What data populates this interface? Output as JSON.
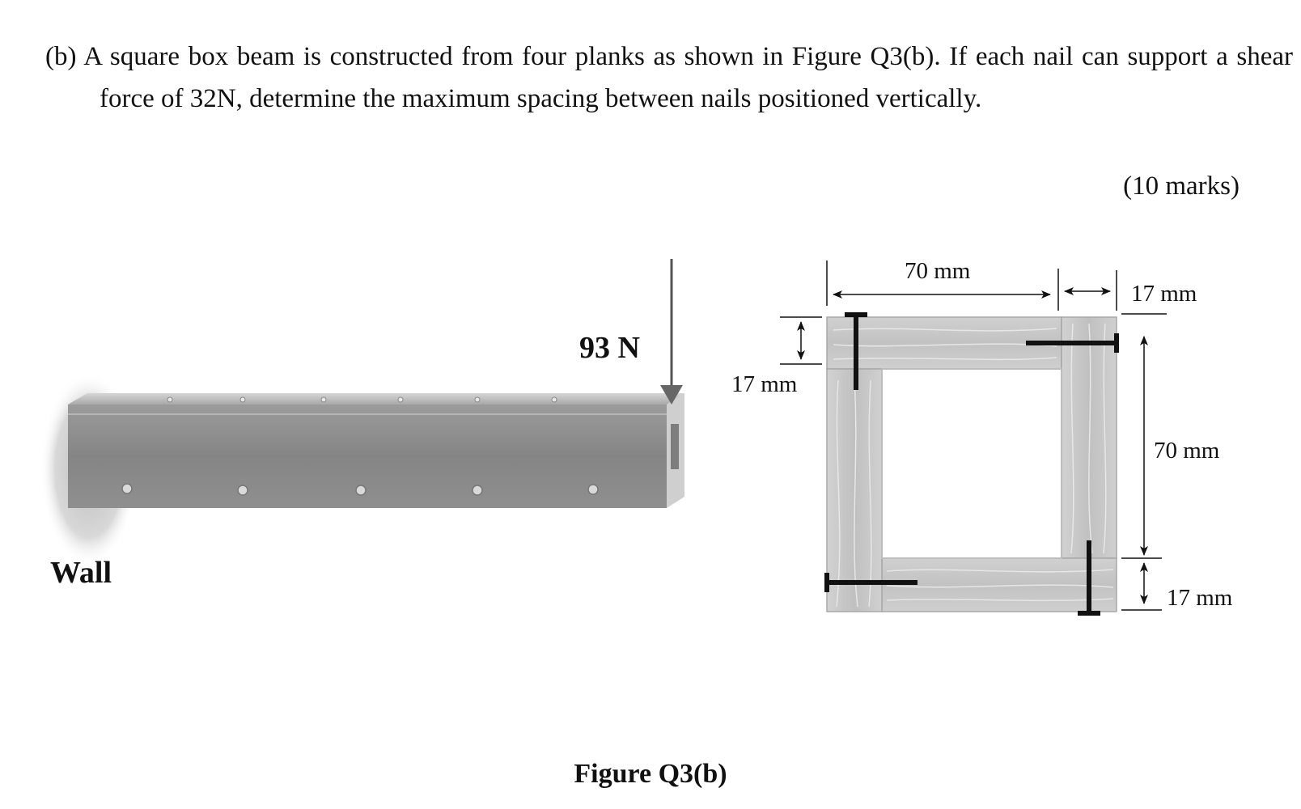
{
  "question": {
    "text": "(b) A square box beam is constructed from four planks as shown in Figure Q3(b). If each nail can support a shear force of 32N,    determine the maximum spacing between nails positioned vertically.",
    "marks": "(10 marks)"
  },
  "figure": {
    "load_label": "93 N",
    "wall_label": "Wall",
    "dimensions": {
      "top_width": "70 mm",
      "right_gap": "17 mm",
      "left_thickness": "17 mm",
      "right_height": "70 mm",
      "bottom_thickness": "17 mm"
    },
    "caption": "Figure Q3(b)"
  },
  "colors": {
    "wood": "#c9c9c9",
    "wood_dark": "#9a9a9a",
    "beam_face": "#8c8c8c",
    "ink": "#111111"
  }
}
